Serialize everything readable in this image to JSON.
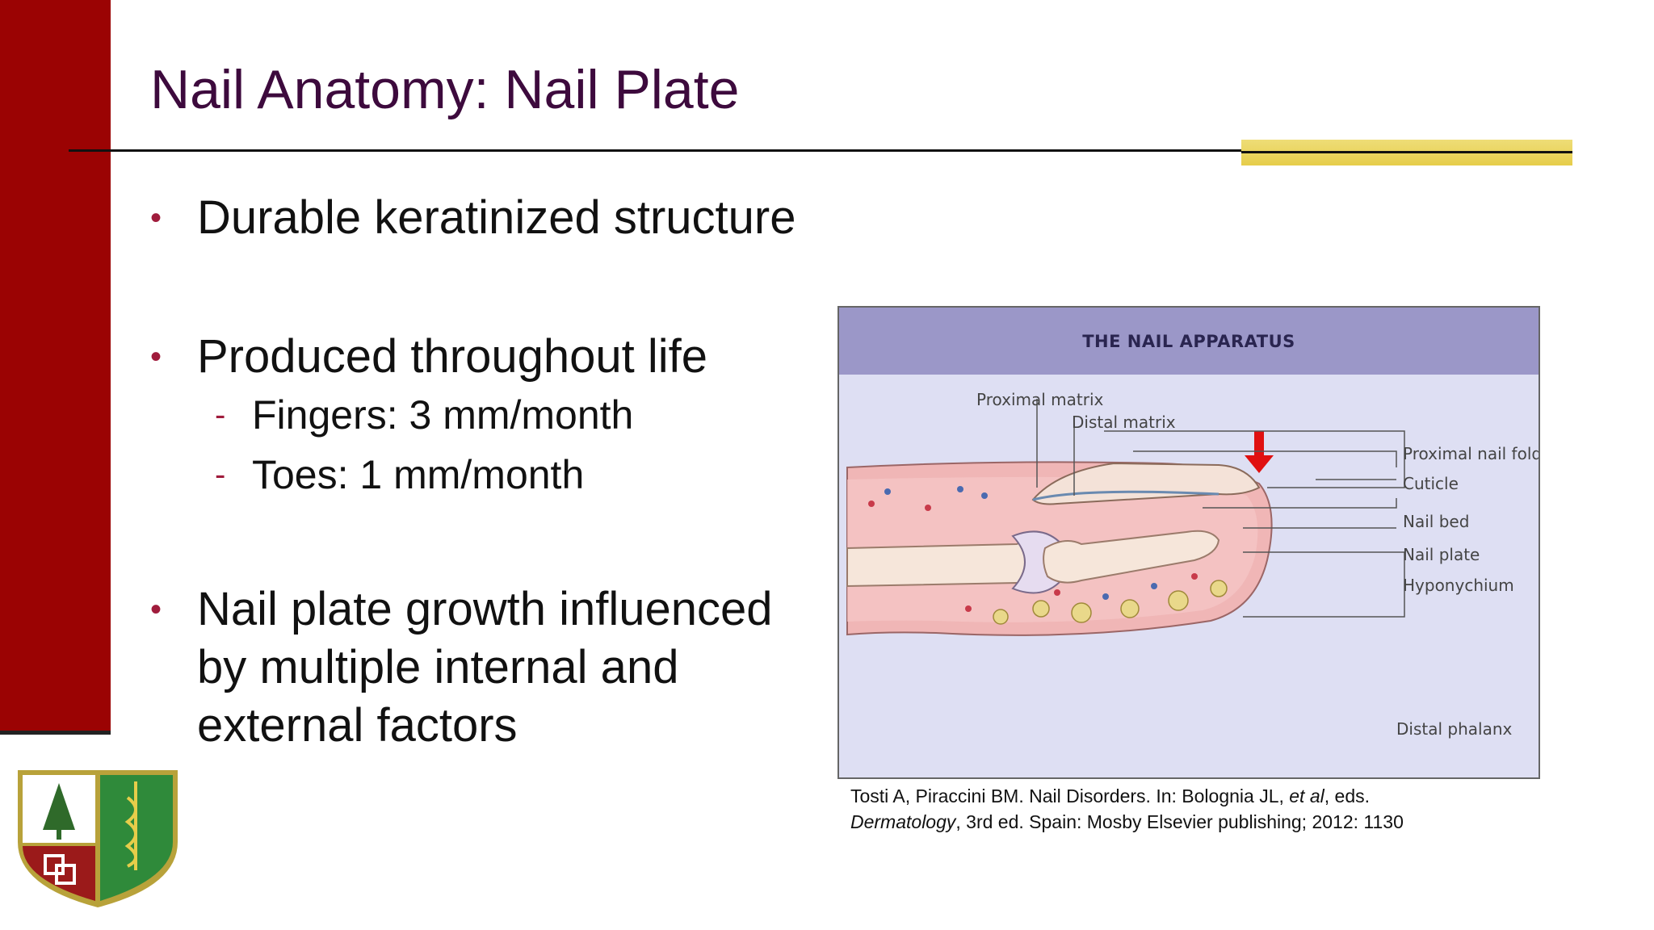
{
  "slide": {
    "title": "Nail Anatomy: Nail Plate",
    "bullets": [
      {
        "text": "Durable keratinized structure"
      },
      {
        "text": "Produced throughout life",
        "sub": [
          "Fingers: 3 mm/month",
          "Toes: 1 mm/month"
        ]
      },
      {
        "text": "Nail plate growth influenced by multiple internal and external factors",
        "lines": [
          "Nail plate growth influenced",
          "by multiple internal and",
          "external factors"
        ]
      }
    ],
    "bullet_symbol": "•",
    "sub_symbol": "-"
  },
  "figure": {
    "title": "THE NAIL APPARATUS",
    "labels": {
      "proximal_matrix": "Proximal matrix",
      "distal_matrix": "Distal matrix",
      "proximal_nail_fold": "Proximal nail fold",
      "cuticle": "Cuticle",
      "nail_bed": "Nail bed",
      "nail_plate": "Nail plate",
      "hyponychium": "Hyponychium",
      "distal_phalanx": "Distal phalanx"
    }
  },
  "citation": {
    "line1_a": "Tosti A, Piraccini BM. Nail Disorders. In: Bolognia JL, ",
    "line1_em": "et al",
    "line1_b": ", eds.",
    "line2_em": "Dermatology",
    "line2_b": ", 3rd ed. Spain: Mosby Elsevier publishing; 2012: 1130"
  },
  "colors": {
    "sidebar": "#9b0303",
    "title": "#3d0a3d",
    "accent_gold": "#e6cd4a",
    "bullet": "#a01c3c",
    "figure_header": "#9b97c8",
    "figure_bg": "#dedff3"
  },
  "logo": {
    "name": "shield-logo"
  }
}
